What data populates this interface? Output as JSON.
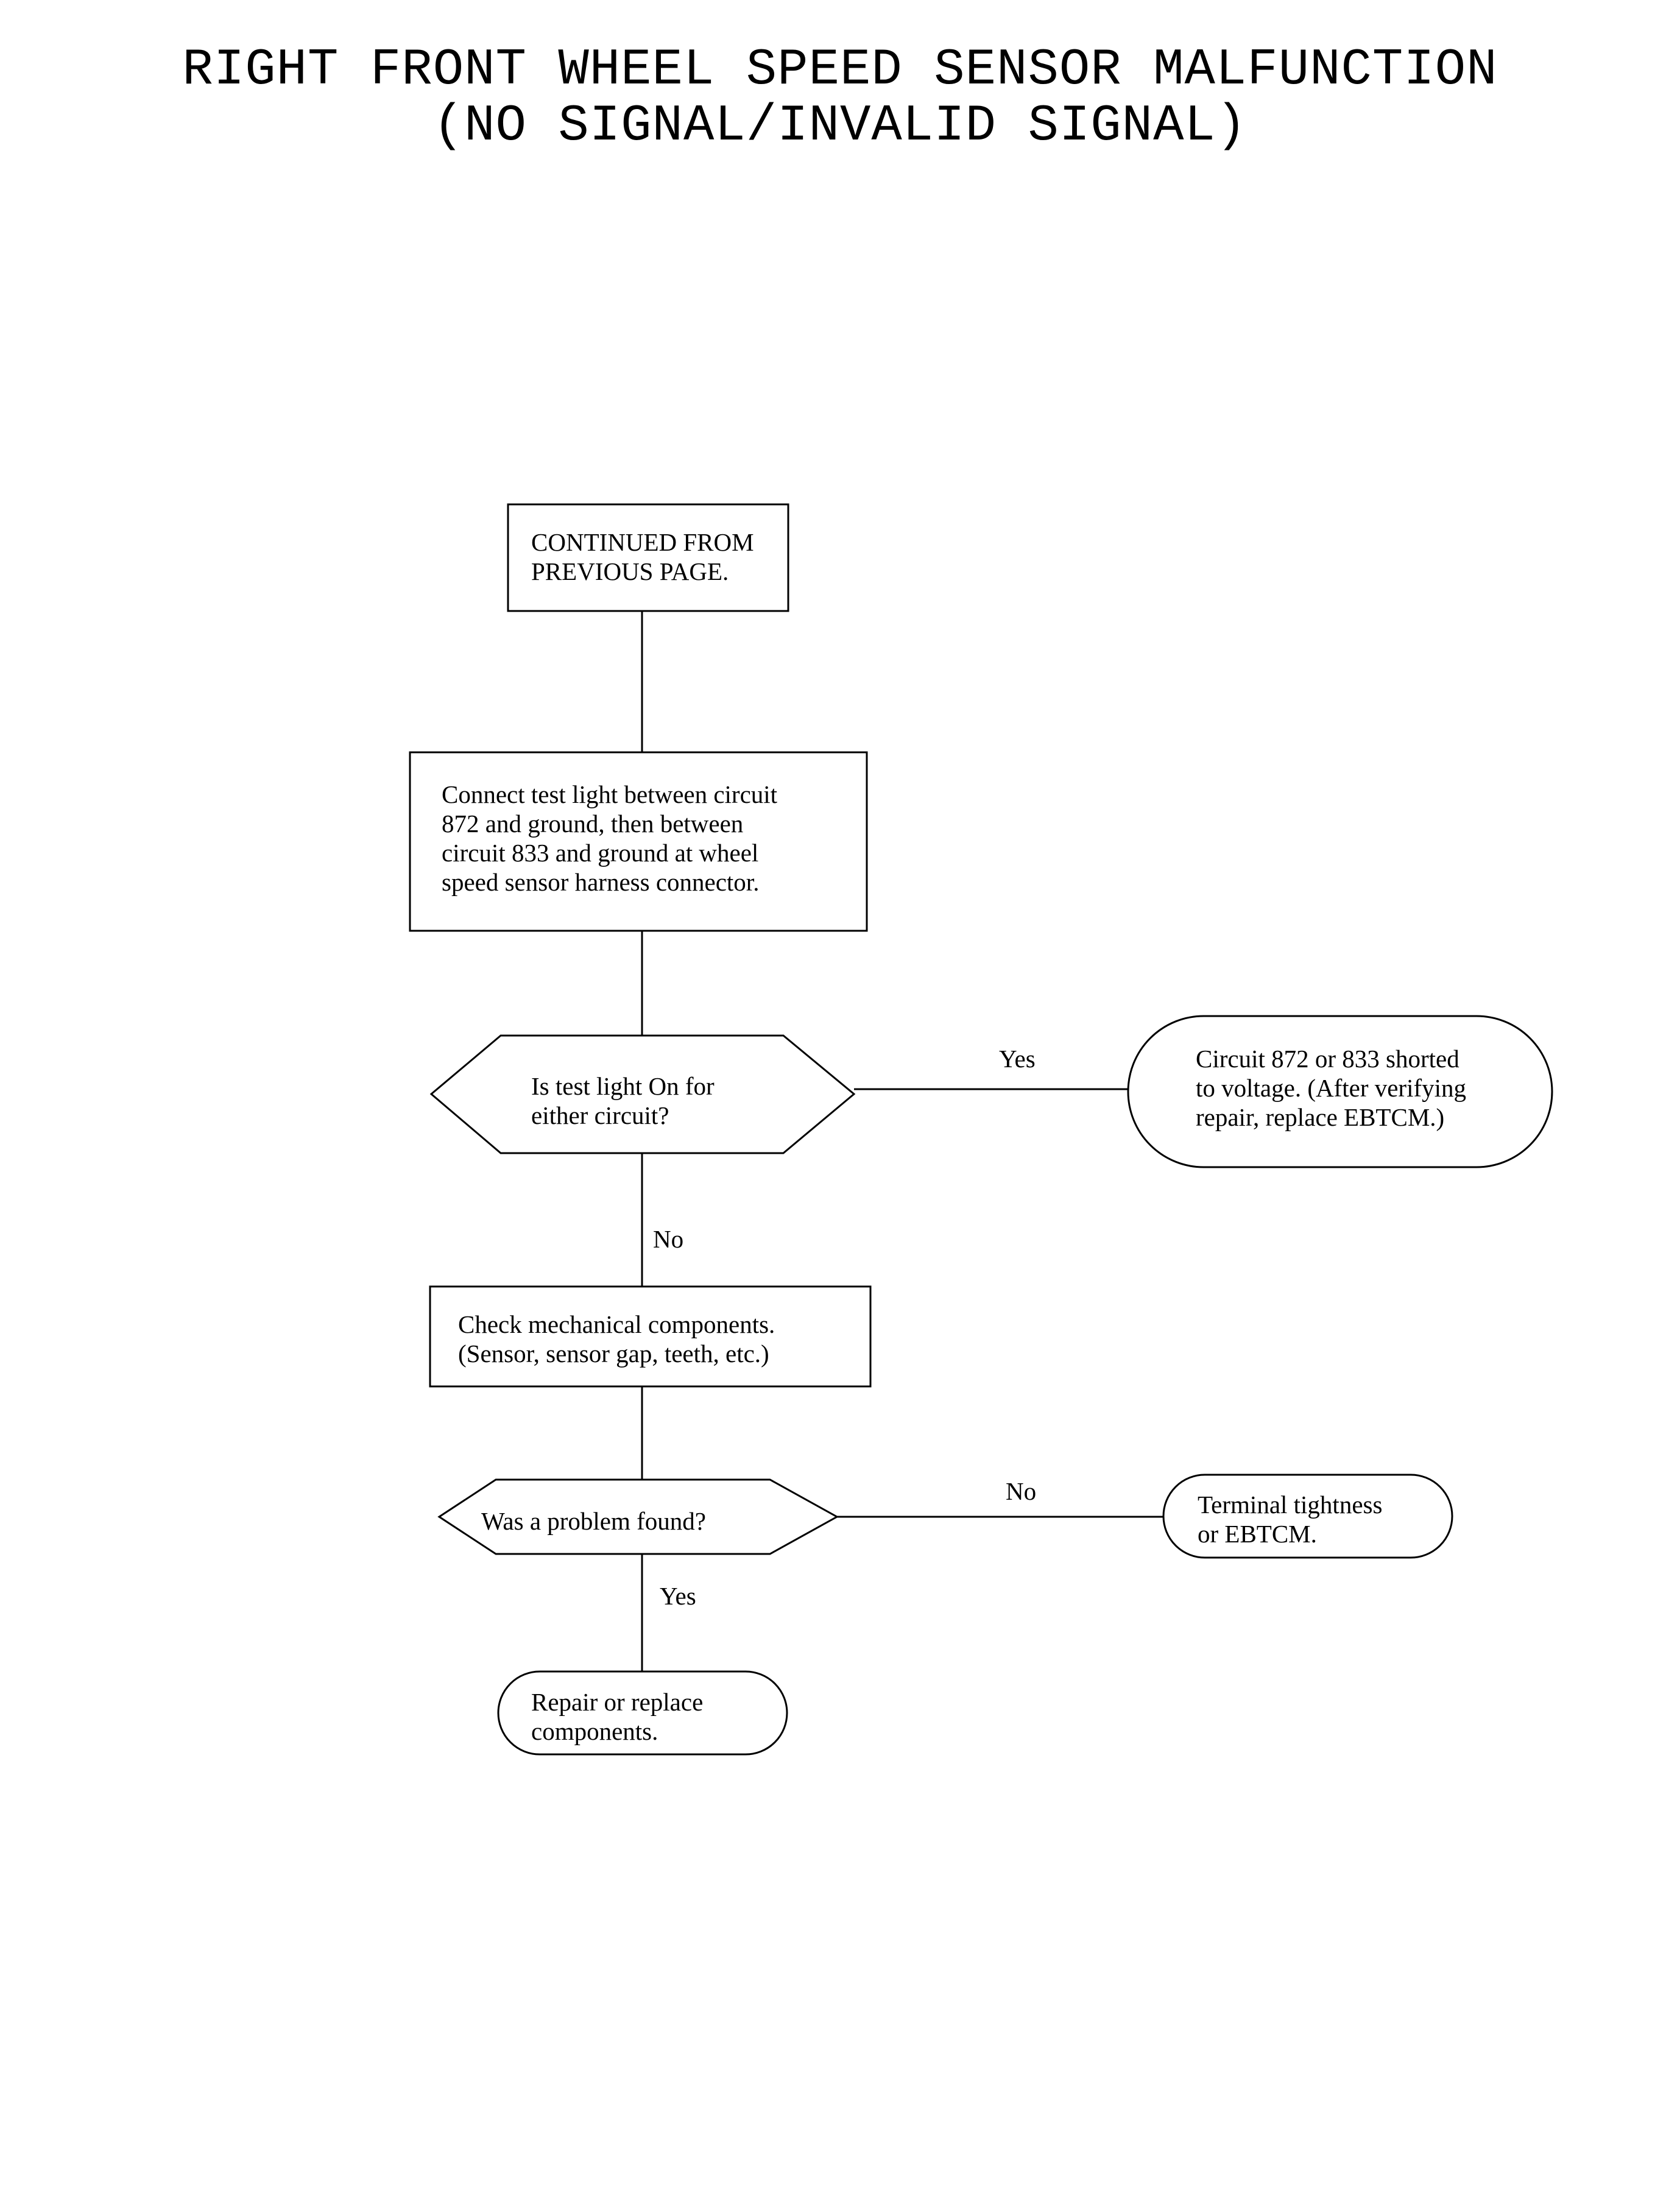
{
  "title": {
    "line1": "RIGHT FRONT WHEEL SPEED SENSOR MALFUNCTION",
    "line2": "(NO SIGNAL/INVALID SIGNAL)"
  },
  "nodes": {
    "continued": {
      "lines": [
        "CONTINUED FROM",
        "PREVIOUS PAGE."
      ]
    },
    "connect_test_light": {
      "lines": [
        "Connect test light between circuit",
        "872 and ground, then between",
        "circuit 833 and ground at wheel",
        "speed sensor harness connector."
      ]
    },
    "test_light_on_decision": {
      "lines": [
        "Is test light On for",
        "either circuit?"
      ]
    },
    "shorted_to_voltage": {
      "lines": [
        "Circuit 872 or 833 shorted",
        "to voltage. (After verifying",
        "repair, replace EBTCM.)"
      ]
    },
    "check_mechanical": {
      "lines": [
        "Check mechanical components.",
        "(Sensor, sensor gap, teeth, etc.)"
      ]
    },
    "problem_found_decision": {
      "lines": [
        "Was a problem found?"
      ]
    },
    "terminal_tightness": {
      "lines": [
        "Terminal tightness",
        "or EBTCM."
      ]
    },
    "repair_replace": {
      "lines": [
        "Repair or replace",
        "components."
      ]
    }
  },
  "edges": {
    "test_light_yes": "Yes",
    "test_light_no": "No",
    "problem_found_no": "No",
    "problem_found_yes": "Yes"
  }
}
